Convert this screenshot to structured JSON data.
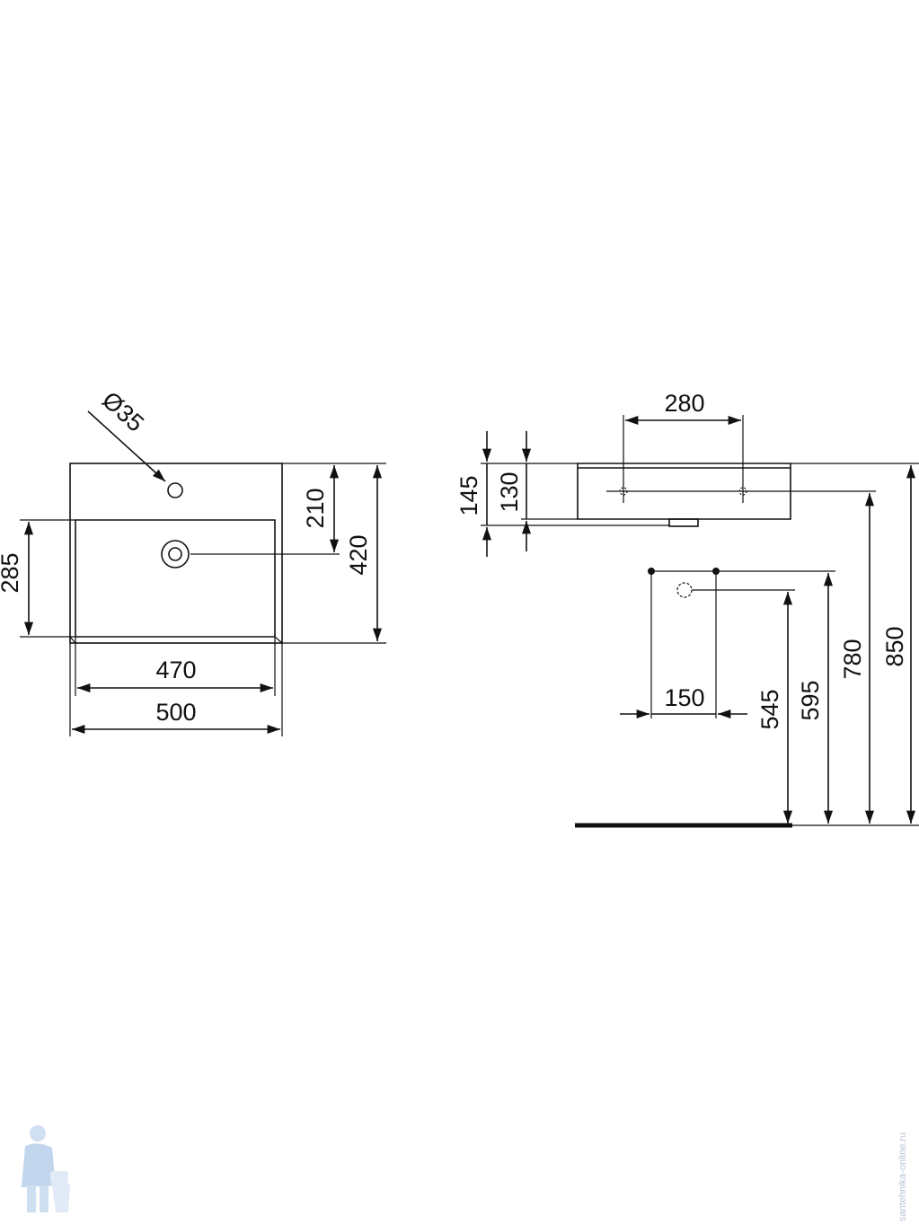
{
  "top_view": {
    "hole_diameter": "Ø35",
    "basin_depth": "285",
    "tap_to_drain": "210",
    "total_depth": "420",
    "inner_width": "470",
    "outer_width": "500"
  },
  "side_view": {
    "fixing_spacing": "280",
    "height_outer": "145",
    "height_inner": "130"
  },
  "wall_view": {
    "fixing_hole_spacing": "150",
    "waste_height": "545",
    "fixing_height": "595",
    "fixing_bolt_height": "780",
    "top_height": "850"
  },
  "watermark": {
    "text": "santehnika-online.ru",
    "mascot": "plumber-mascot-icon"
  }
}
